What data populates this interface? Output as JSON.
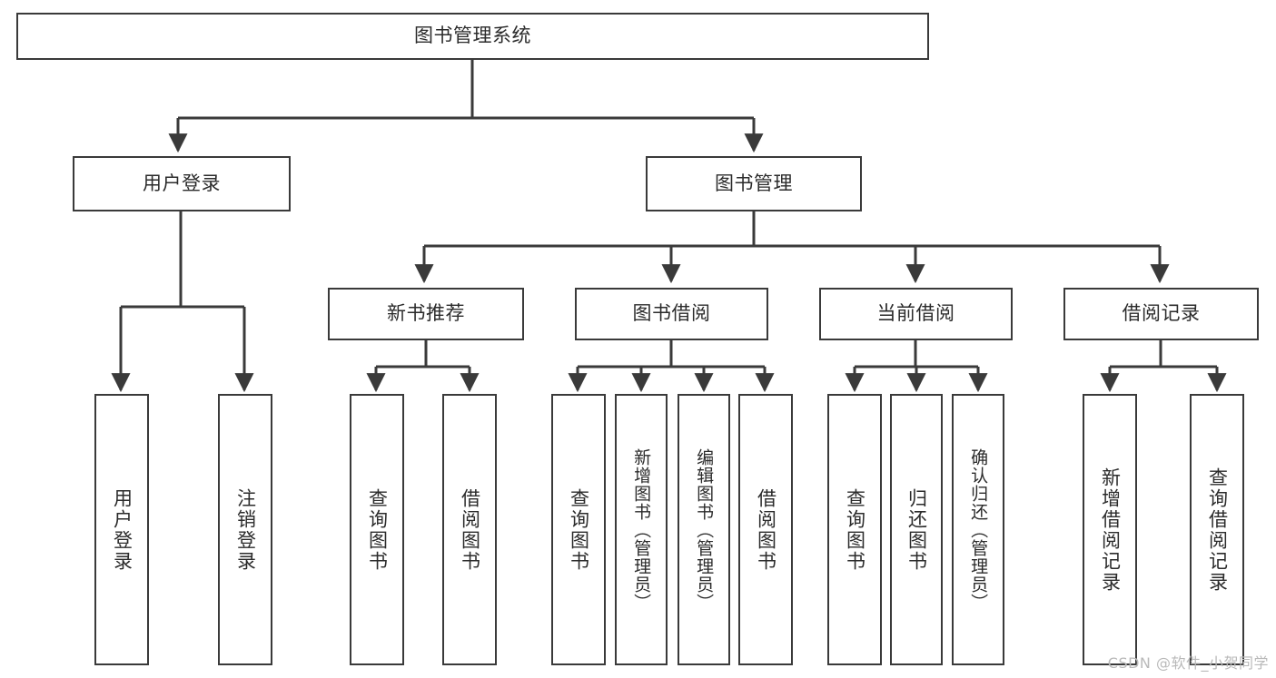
{
  "diagram": {
    "title": "图书管理系统",
    "type": "tree-hierarchy-chart",
    "watermark": "CSDN @软件_小贺同学",
    "colors": {
      "background": "#ffffff",
      "box_border": "#3a3a3a",
      "box_fill": "#ffffff",
      "edge": "#3a3a3a",
      "text": "#2b2b2b",
      "watermark": "#b9b9b9"
    },
    "root": {
      "id": "root",
      "label": "图书管理系统",
      "orientation": "horizontal"
    },
    "level1": [
      {
        "id": "user-login",
        "label": "用户登录",
        "orientation": "horizontal"
      },
      {
        "id": "book-manage",
        "label": "图书管理",
        "orientation": "horizontal"
      }
    ],
    "level2": [
      {
        "id": "new-book-recommend",
        "label": "新书推荐",
        "parent": "book-manage",
        "orientation": "horizontal"
      },
      {
        "id": "book-borrow",
        "label": "图书借阅",
        "parent": "book-manage",
        "orientation": "horizontal"
      },
      {
        "id": "current-borrow",
        "label": "当前借阅",
        "parent": "book-manage",
        "orientation": "horizontal"
      },
      {
        "id": "borrow-record",
        "label": "借阅记录",
        "parent": "book-manage",
        "orientation": "horizontal"
      }
    ],
    "leaves": [
      {
        "id": "leaf-user-login",
        "label": "用户登录",
        "parent": "user-login",
        "orientation": "vertical",
        "narrow": false
      },
      {
        "id": "leaf-logout-login",
        "label": "注销登录",
        "parent": "user-login",
        "orientation": "vertical",
        "narrow": false
      },
      {
        "id": "leaf-query-book-rec",
        "label": "查询图书",
        "parent": "new-book-recommend",
        "orientation": "vertical",
        "narrow": false
      },
      {
        "id": "leaf-borrow-book-rec",
        "label": "借阅图书",
        "parent": "new-book-recommend",
        "orientation": "vertical",
        "narrow": false
      },
      {
        "id": "leaf-query-book-borrow",
        "label": "查询图书",
        "parent": "book-borrow",
        "orientation": "vertical",
        "narrow": false
      },
      {
        "id": "leaf-add-book",
        "label": "新增图书（管理员）",
        "parent": "book-borrow",
        "orientation": "vertical",
        "narrow": true
      },
      {
        "id": "leaf-edit-book",
        "label": "编辑图书（管理员）",
        "parent": "book-borrow",
        "orientation": "vertical",
        "narrow": true
      },
      {
        "id": "leaf-borrow-book",
        "label": "借阅图书",
        "parent": "book-borrow",
        "orientation": "vertical",
        "narrow": false
      },
      {
        "id": "leaf-query-book-current",
        "label": "查询图书",
        "parent": "current-borrow",
        "orientation": "vertical",
        "narrow": false
      },
      {
        "id": "leaf-return-book",
        "label": "归还图书",
        "parent": "current-borrow",
        "orientation": "vertical",
        "narrow": false
      },
      {
        "id": "leaf-confirm-return",
        "label": "确认归还（管理员）",
        "parent": "current-borrow",
        "orientation": "vertical",
        "narrow": true
      },
      {
        "id": "leaf-add-record",
        "label": "新增借阅记录",
        "parent": "borrow-record",
        "orientation": "vertical",
        "narrow": false
      },
      {
        "id": "leaf-query-record",
        "label": "查询借阅记录",
        "parent": "borrow-record",
        "orientation": "vertical",
        "narrow": false
      }
    ]
  }
}
